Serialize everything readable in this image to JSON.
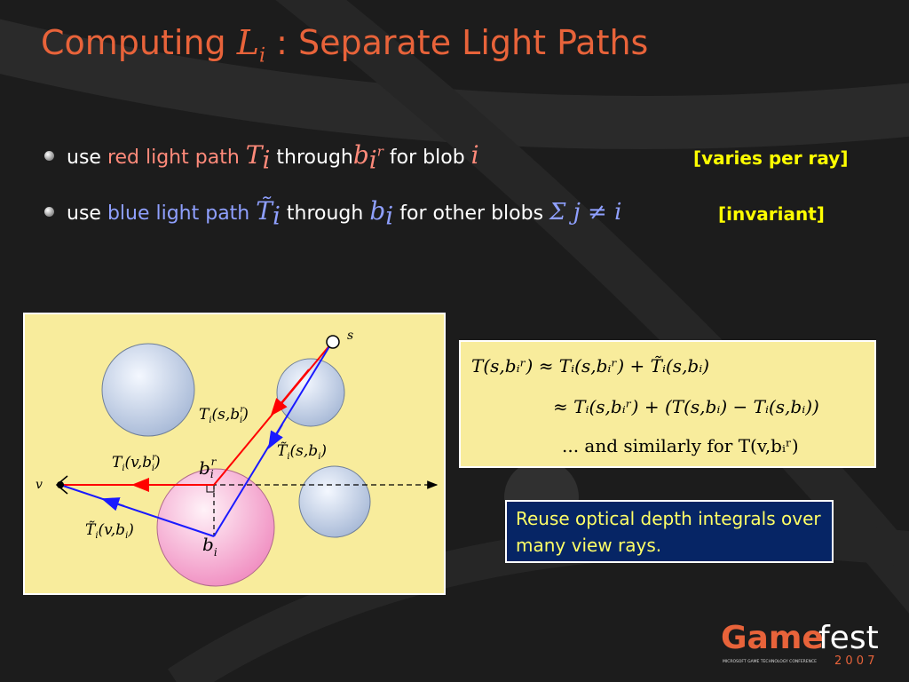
{
  "title": {
    "prefix": "Computing ",
    "var": "L",
    "sub": "i",
    "suffix": " : Separate Light Paths"
  },
  "bullets": [
    {
      "t_use": "use ",
      "t_path": "red light path ",
      "t_var": "T",
      "t_sub": "i",
      "t_through": " through",
      "t_b": "b",
      "t_bsub": "i",
      "t_bsup": "r",
      "t_for": " for blob ",
      "t_i": "i",
      "tag": "[varies per ray]"
    },
    {
      "t_use": "use ",
      "t_path": "blue light path ",
      "t_var": "T̃",
      "t_sub": "i",
      "t_through": " through ",
      "t_b": "b",
      "t_bsub": "i",
      "t_for": " for other blobs ",
      "t_sum": "Σ j ≠ i",
      "tag": "[invariant]"
    }
  ],
  "diagram": {
    "s": "s",
    "v": "v",
    "bir_b": "b",
    "bir_i": "i",
    "bir_r": "r",
    "bi_b": "b",
    "bi_i": "i",
    "lbl_red_top": {
      "T": "T",
      "i": "i",
      "args": "(s,b",
      "r": "r",
      "sub": "i",
      "close": ")"
    },
    "lbl_blue_top": {
      "T": "T̃",
      "i": "i",
      "args": "(s,b",
      "sub": "i",
      "close": ")"
    },
    "lbl_red_left": {
      "T": "T",
      "i": "i",
      "args": "(v,b",
      "r": "r",
      "sub": "i",
      "close": ")"
    },
    "lbl_blue_left": {
      "T": "T̃",
      "i": "i",
      "args": "(v,b",
      "sub": "i",
      "close": ")"
    }
  },
  "formula": {
    "line1": "T(s,bᵢʳ) ≈ Tᵢ(s,bᵢʳ) + T̃ᵢ(s,bᵢ)",
    "line2": "≈ Tᵢ(s,bᵢʳ) + (T(s,bᵢ) − Tᵢ(s,bᵢ))",
    "line3": "... and similarly for T(v,bᵢʳ)"
  },
  "note": "Reuse optical depth integrals over many view rays.",
  "logo": {
    "game": "Game",
    "fest": "fest",
    "subline": "MICROSOFT GAME TECHNOLOGY CONFERENCE",
    "year": "2 0 0 7"
  },
  "colors": {
    "title": "#e8633a",
    "red_path": "#ff0000",
    "blue_path": "#1a1aff",
    "tag": "#ffff00",
    "panel": "#f8ec9c",
    "note_bg": "#062565"
  }
}
